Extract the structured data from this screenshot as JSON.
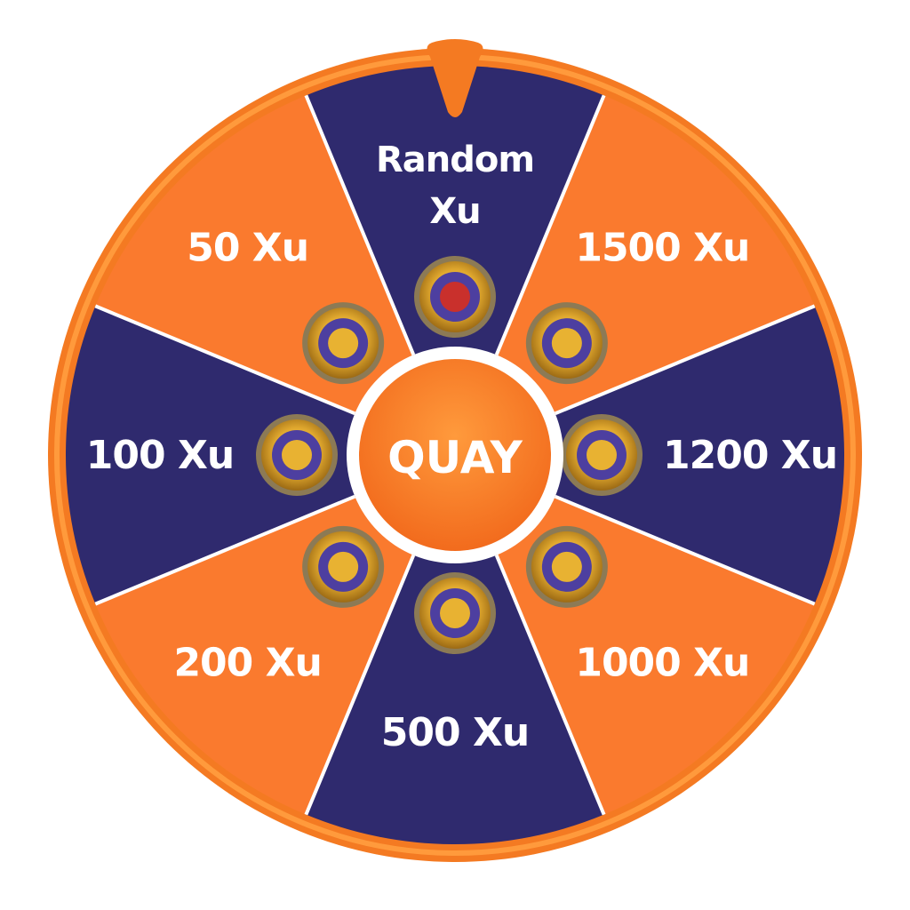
{
  "wheel": {
    "spin_button_label": "QUAY",
    "colors": {
      "orange": "#FA7A2E",
      "navy": "#2F2A6E",
      "rim": "#F47A22",
      "rim_light": "#FF9A3C",
      "divider": "#FFFFFF",
      "pointer": "#F47A22"
    },
    "segments": [
      {
        "label_lines": [
          "Random",
          "Xu"
        ],
        "color": "navy",
        "icon": "mystery-coin-icon"
      },
      {
        "label_lines": [
          "1500 Xu"
        ],
        "color": "orange",
        "icon": "treasure-chest-coin-icon"
      },
      {
        "label_lines": [
          "1200 Xu"
        ],
        "color": "navy",
        "icon": "gold-coins-coin-icon"
      },
      {
        "label_lines": [
          "1000 Xu"
        ],
        "color": "orange",
        "icon": "coin-pile-coin-icon"
      },
      {
        "label_lines": [
          "500 Xu"
        ],
        "color": "navy",
        "icon": "coin-chest-coin-icon"
      },
      {
        "label_lines": [
          "200 Xu"
        ],
        "color": "orange",
        "icon": "coin-bag-coin-icon"
      },
      {
        "label_lines": [
          "100 Xu"
        ],
        "color": "navy",
        "icon": "coin-stack-coin-icon"
      },
      {
        "label_lines": [
          "50 Xu"
        ],
        "color": "orange",
        "icon": "money-bag-coin-icon"
      }
    ]
  }
}
